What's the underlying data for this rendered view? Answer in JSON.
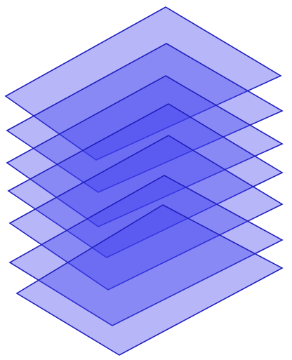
{
  "diagram": {
    "type": "stacked-translucent-layers",
    "layer_count": 7,
    "fill_color": "#3f3ff0",
    "fill_opacity": 0.38,
    "stroke_color": "#1f1fbf"
  }
}
